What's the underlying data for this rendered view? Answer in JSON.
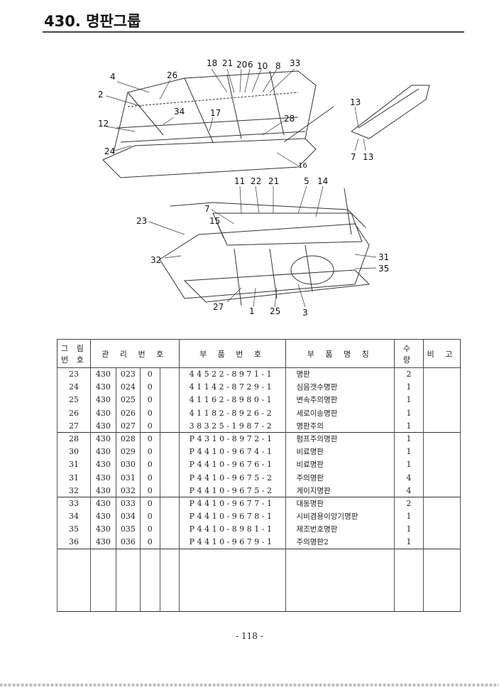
{
  "header": {
    "title": "430. 명판그룹"
  },
  "diagram_top": {
    "callouts": [
      "4",
      "26",
      "2",
      "34",
      "12",
      "24",
      "18",
      "21",
      "20",
      "6",
      "10",
      "8",
      "33",
      "17",
      "28",
      "16",
      "13",
      "13",
      "7"
    ]
  },
  "diagram_bottom": {
    "callouts": [
      "11",
      "22",
      "21",
      "5",
      "14",
      "7",
      "23",
      "15",
      "32",
      "31",
      "35",
      "27",
      "1",
      "25",
      "3"
    ]
  },
  "table": {
    "headers": {
      "fig_no": "그 림 번 호",
      "mgmt_no": "관 리 번 호",
      "part_no": "부 품 번 호",
      "part_name": "부 품 명 칭",
      "qty": "수 량",
      "remarks": "비 고"
    },
    "rows": [
      {
        "fig": "23",
        "m1": "430",
        "m2": "023",
        "m3": "0",
        "part": "44522-8971-1",
        "name": "명판",
        "qty": "2"
      },
      {
        "fig": "24",
        "m1": "430",
        "m2": "024",
        "m3": "0",
        "part": "41142-8729-1",
        "name": "심음갯수명판",
        "qty": "1"
      },
      {
        "fig": "25",
        "m1": "430",
        "m2": "025",
        "m3": "0",
        "part": "41162-8980-1",
        "name": "변속주의명판",
        "qty": "1"
      },
      {
        "fig": "26",
        "m1": "430",
        "m2": "026",
        "m3": "0",
        "part": "41182-8926-2",
        "name": "세로이송명판",
        "qty": "1"
      },
      {
        "fig": "27",
        "m1": "430",
        "m2": "027",
        "m3": "0",
        "part": "38325-1987-2",
        "name": "명판주의",
        "qty": "1"
      },
      {
        "fig": "28",
        "m1": "430",
        "m2": "028",
        "m3": "0",
        "part": "P4310-8972-1",
        "name": "펌프주의명판",
        "qty": "1"
      },
      {
        "fig": "30",
        "m1": "430",
        "m2": "029",
        "m3": "0",
        "part": "P4410-9674-1",
        "name": "비료명판",
        "qty": "1"
      },
      {
        "fig": "31",
        "m1": "430",
        "m2": "030",
        "m3": "0",
        "part": "P4410-9676-1",
        "name": "비료명판",
        "qty": "1"
      },
      {
        "fig": "31",
        "m1": "430",
        "m2": "031",
        "m3": "0",
        "part": "P4410-9675-2",
        "name": "주의명판",
        "qty": "4"
      },
      {
        "fig": "32",
        "m1": "430",
        "m2": "032",
        "m3": "0",
        "part": "P4410-9675-2",
        "name": "게이지명판",
        "qty": "4"
      },
      {
        "fig": "33",
        "m1": "430",
        "m2": "033",
        "m3": "0",
        "part": "P4410-9677-1",
        "name": "대동명판",
        "qty": "2"
      },
      {
        "fig": "34",
        "m1": "430",
        "m2": "034",
        "m3": "0",
        "part": "P4410-9678-1",
        "name": "시비겸용이앙기명판",
        "qty": "1"
      },
      {
        "fig": "35",
        "m1": "430",
        "m2": "035",
        "m3": "0",
        "part": "P4410-8981-1",
        "name": "제조번호명판",
        "qty": "1"
      },
      {
        "fig": "36",
        "m1": "430",
        "m2": "036",
        "m3": "0",
        "part": "P4410-9679-1",
        "name": "주의명판2",
        "qty": "1"
      }
    ]
  },
  "footer": {
    "page": "- 118 -"
  }
}
